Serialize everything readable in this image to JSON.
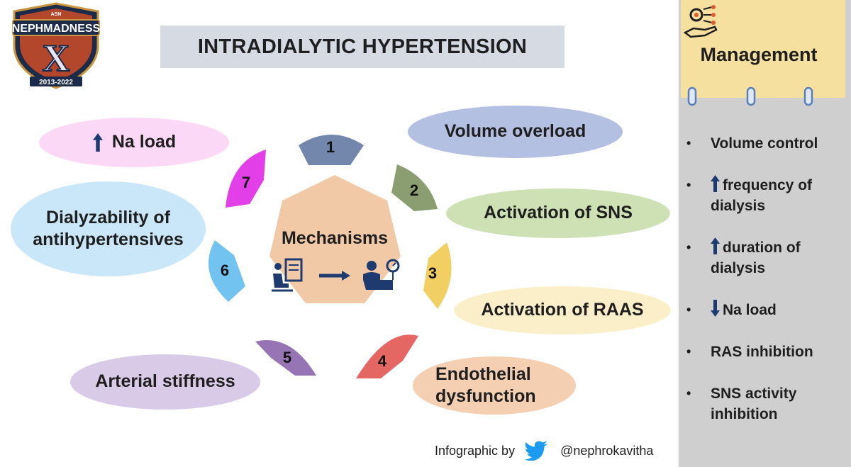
{
  "title": "INTRADIALYTIC HYPERTENSION",
  "logo": {
    "text": "NEPHMADNESS",
    "years": "2013-2022",
    "numeral": "X",
    "small": "ASN"
  },
  "center_label": "Mechanisms",
  "mechanism_numbers": [
    "1",
    "2",
    "3",
    "4",
    "5",
    "6",
    "7"
  ],
  "mechanisms": {
    "volume_overload": "Volume overload",
    "sns": "Activation of SNS",
    "raas": "Activation of RAAS",
    "endothelial": "Endothelial dysfunction",
    "arterial": "Arterial stiffness",
    "dialyzability": "Dialyzability of antihypertensives",
    "na_load": "Na load"
  },
  "management": {
    "title": "Management",
    "items": [
      {
        "arrow": "",
        "text": "Volume control"
      },
      {
        "arrow": "up",
        "text": "frequency of dialysis"
      },
      {
        "arrow": "up",
        "text": "duration of dialysis"
      },
      {
        "arrow": "down",
        "text": "Na load"
      },
      {
        "arrow": "",
        "text": "RAS inhibition"
      },
      {
        "arrow": "",
        "text": "SNS activity inhibition"
      }
    ]
  },
  "credit": {
    "prefix": "Infographic by",
    "handle": "@nephrokavitha"
  },
  "colors": {
    "title_bg": "#d6dbe3",
    "center": "#f2c9a6",
    "s1": "#7387ad",
    "s2": "#8a9e72",
    "s3": "#f2cf62",
    "s4": "#e56763",
    "s5": "#9775b4",
    "s6": "#72c3ef",
    "s7": "#e33fe9",
    "management_bg": "#f6e0a0",
    "sidebar_bg": "#cfcfcf",
    "arrow": "#1e3a6e"
  }
}
